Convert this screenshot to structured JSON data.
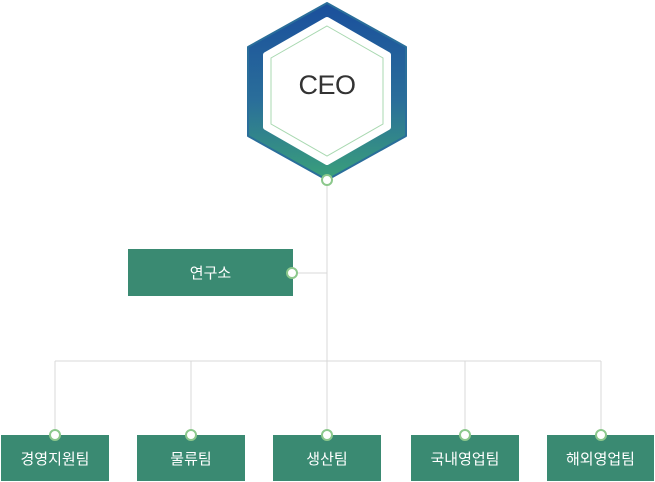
{
  "ceo": {
    "label": "CEO"
  },
  "research": {
    "label": "연구소"
  },
  "departments": [
    {
      "label": "경영지원팀"
    },
    {
      "label": "물류팀"
    },
    {
      "label": "생산팀"
    },
    {
      "label": "국내영업팀"
    },
    {
      "label": "해외영업팀"
    }
  ],
  "colors": {
    "box_green": "#3a8a72",
    "hex_top": "#1a4f9c",
    "hex_bottom": "#3aa07a",
    "connector": "#d9d9d9",
    "dot_border": "#8cc88c"
  }
}
